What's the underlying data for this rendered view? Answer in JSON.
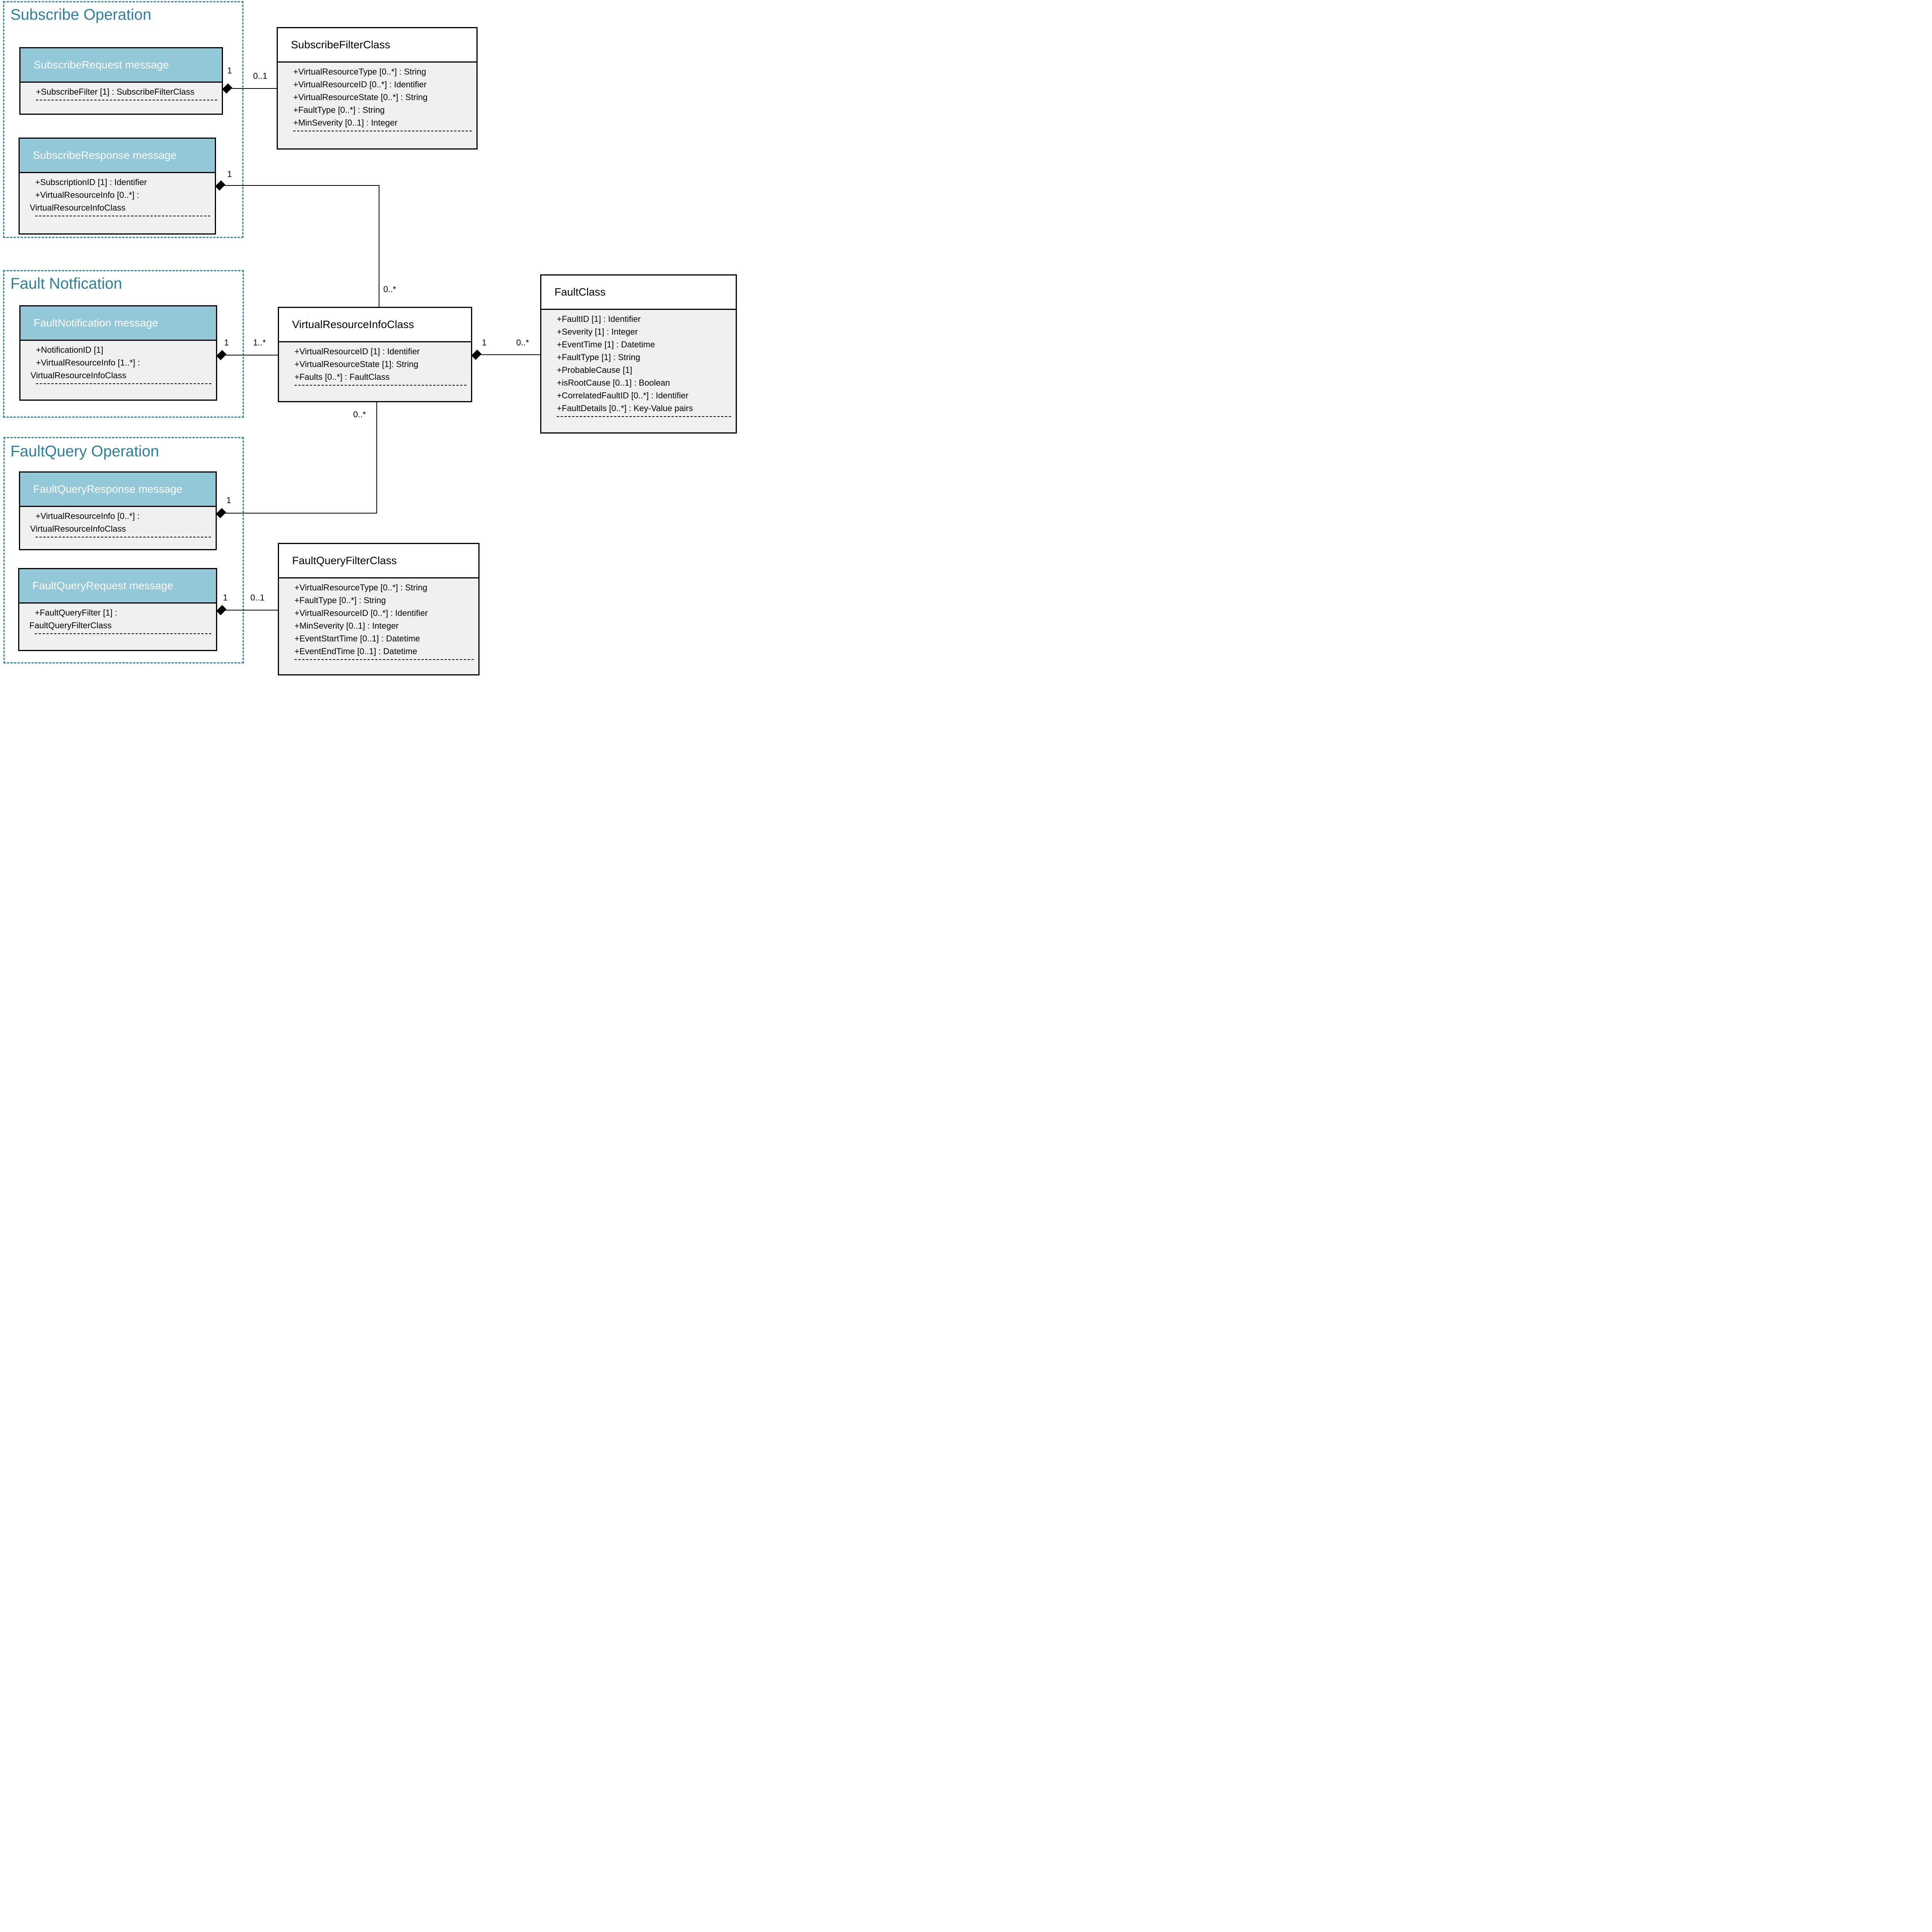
{
  "colors": {
    "section_border_teal": "#2e849c",
    "section_title_teal": "#2e7f99",
    "message_header_blue": "#92c8d8",
    "attribute_area_gray": "#f0f0f0",
    "line_black": "#000000"
  },
  "sections": [
    {
      "title": "Subscribe Operation"
    },
    {
      "title": "Fault Notfication"
    },
    {
      "title": "FaultQuery Operation"
    }
  ],
  "classes": [
    {
      "title": "SubscribeRequest message",
      "attributes": [
        "+SubscribeFilter [1] : SubscribeFilterClass"
      ]
    },
    {
      "title": "SubscribeFilterClass",
      "attributes": [
        "+VirtualResourceType [0..*] : String",
        "+VirtualResourceID [0..*] : Identifier",
        "+VirtualResourceState [0..*] : String",
        "+FaultType [0..*] : String",
        "+MinSeverity [0..1] : Integer"
      ]
    },
    {
      "title": "SubscribeResponse message",
      "attributes": [
        "+SubscriptionID [1] : Identifier",
        "+VirtualResourceInfo [0..*] :",
        "VirtualResourceInfoClass"
      ]
    },
    {
      "title": "FaultNotification message",
      "attributes": [
        "+NotificationID [1]",
        "+VirtualResourceInfo [1..*] :",
        "VirtualResourceInfoClass"
      ]
    },
    {
      "title": "VirtualResourceInfoClass",
      "attributes": [
        "+VirtualResourceID [1] : Identifier",
        "+VirtualResourceState [1]: String",
        "+Faults [0..*] : FaultClass"
      ]
    },
    {
      "title": "FaultClass",
      "attributes": [
        "+FaultID [1] : Identifier",
        "+Severity [1] : Integer",
        "+EventTime [1] : Datetime",
        "+FaultType [1] : String",
        "+ProbableCause [1]",
        "+isRootCause [0..1] : Boolean",
        "+CorrelatedFaultID [0..*] : Identifier",
        "+FaultDetails [0..*] : Key-Value pairs"
      ]
    },
    {
      "title": "FaultQueryResponse message",
      "attributes": [
        "+VirtualResourceInfo [0..*] :",
        "VirtualResourceInfoClass"
      ]
    },
    {
      "title": "FaultQueryRequest message",
      "attributes": [
        "+FaultQueryFilter [1] :",
        "FaultQueryFilterClass"
      ]
    },
    {
      "title": "FaultQueryFilterClass",
      "attributes": [
        "+VirtualResourceType [0..*] : String",
        "+FaultType [0..*] : String",
        "+VirtualResourceID [0..*] : Identifier",
        "+MinSeverity [0..1] : Integer",
        "+EventStartTime [0..1] : Datetime",
        "+EventEndTime [0..1] : Datetime"
      ]
    }
  ],
  "connectors": [
    {
      "name": "subscribe-request-to-subscribe-filter",
      "source_label": "1",
      "target_label": "0..1"
    },
    {
      "name": "subscribe-response-to-virtual-resource-info",
      "source_label": "1",
      "target_label": "0..*"
    },
    {
      "name": "fault-notification-to-virtual-resource-info",
      "source_label": "1",
      "target_label": "1..*"
    },
    {
      "name": "virtual-resource-info-to-fault-class",
      "source_label": "1",
      "target_label": "0..*"
    },
    {
      "name": "fault-query-response-to-virtual-resource-info",
      "source_label": "1",
      "target_label": "0..*"
    },
    {
      "name": "fault-query-request-to-fault-query-filter",
      "source_label": "1",
      "target_label": "0..1"
    }
  ]
}
